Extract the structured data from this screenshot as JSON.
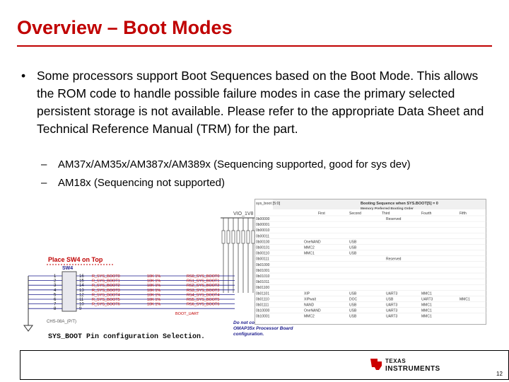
{
  "title": "Overview – Boot Modes",
  "bullet": {
    "marker": "•",
    "text": "Some processors support Boot Sequences based on the Boot Mode. This allows the ROM code to handle possible failure modes in case the primary selected persistent storage is not available. Please refer to the appropriate Data Sheet and Technical Reference Manual (TRM) for the part."
  },
  "sub_bullets": [
    {
      "marker": "–",
      "text": "AM37x/AM35x/AM387x/AM389x (Sequencing supported, good for sys dev)"
    },
    {
      "marker": "–",
      "text": "AM18x (Sequencing not supported)"
    }
  ],
  "schematic": {
    "place_label": "Place SW4 on Top",
    "switch_ref": "SW4",
    "vio": "VIO_1V8",
    "part": "CHS-08A_(P/T)",
    "caption": "SYS_BOOT Pin configuration Selection.",
    "note": "Do not consider this net for OMAP35x Processor Board configuration.",
    "left_pins": [
      "1",
      "2",
      "3",
      "4",
      "5",
      "6",
      "7",
      "8"
    ],
    "right_pins": [
      "16",
      "15",
      "14",
      "13",
      "12",
      "11",
      "10",
      "9"
    ],
    "nets": [
      "R_SYS_BOOT0",
      "R_SYS_BOOT1",
      "R_SYS_BOOT2",
      "R_SYS_BOOT3",
      "R_SYS_BOOT4",
      "R_SYS_BOOT5",
      "R_SYS_BOOT6"
    ],
    "res_values": [
      "10K 1%",
      "10K 1%",
      "10K 1%",
      "10K 1%",
      "10K 1%",
      "10K 1%",
      "10K 1%"
    ],
    "boot_nets": [
      "RS0_SYS_BOOT0",
      "RS1_SYS_BOOT1",
      "RS2_SYS_BOOT2",
      "RS3_SYS_BOOT3",
      "RS4_SYS_BOOT4",
      "RS5_SYS_BOOT5",
      "RS6_SYS_BOOT6"
    ],
    "uart_net": "BOOT_UART"
  },
  "boot_table": {
    "left_header": "sys_boot [5:0]",
    "title": "Booting Sequence when SYS.BOOT[5] = 0",
    "subtitle": "Memory Preferred Booting Order",
    "columns": [
      "First",
      "Second",
      "Third",
      "Fourth",
      "Fifth"
    ],
    "rows": [
      {
        "code": "0b00000",
        "cells": [
          "",
          "",
          "Reserved",
          "",
          ""
        ]
      },
      {
        "code": "0b00001",
        "cells": [
          "",
          "",
          "",
          "",
          ""
        ]
      },
      {
        "code": "0b00010",
        "cells": [
          "",
          "",
          "",
          "",
          ""
        ]
      },
      {
        "code": "0b00011",
        "cells": [
          "",
          "",
          "",
          "",
          ""
        ]
      },
      {
        "code": "0b00100",
        "cells": [
          "OneNAND",
          "USB",
          "",
          "",
          ""
        ]
      },
      {
        "code": "0b00101",
        "cells": [
          "MMC2",
          "USB",
          "",
          "",
          ""
        ]
      },
      {
        "code": "0b00110",
        "cells": [
          "MMC1",
          "USB",
          "",
          "",
          ""
        ]
      },
      {
        "code": "0b00111",
        "cells": [
          "",
          "",
          "Reserved",
          "",
          ""
        ]
      },
      {
        "code": "0b01000",
        "cells": [
          "",
          "",
          "",
          "",
          ""
        ]
      },
      {
        "code": "0b01001",
        "cells": [
          "",
          "",
          "",
          "",
          ""
        ]
      },
      {
        "code": "0b01010",
        "cells": [
          "",
          "",
          "",
          "",
          ""
        ]
      },
      {
        "code": "0b01011",
        "cells": [
          "",
          "",
          "",
          "",
          ""
        ]
      },
      {
        "code": "0b01100",
        "cells": [
          "",
          "",
          "",
          "",
          ""
        ]
      },
      {
        "code": "0b01101",
        "cells": [
          "XIP",
          "USB",
          "UART3",
          "MMC1",
          ""
        ]
      },
      {
        "code": "0b01110",
        "cells": [
          "XIPwait",
          "DOC",
          "USB",
          "UART3",
          "MMC1"
        ]
      },
      {
        "code": "0b01111",
        "cells": [
          "NAND",
          "USB",
          "UART3",
          "MMC1",
          ""
        ]
      },
      {
        "code": "0b10000",
        "cells": [
          "OneNAND",
          "USB",
          "UART3",
          "MMC1",
          ""
        ]
      },
      {
        "code": "0b10001",
        "cells": [
          "MMC2",
          "USB",
          "UART3",
          "MMC1",
          ""
        ]
      }
    ]
  },
  "footer": {
    "logo_line1": "TEXAS",
    "logo_line2": "INSTRUMENTS",
    "page_number": "12"
  }
}
